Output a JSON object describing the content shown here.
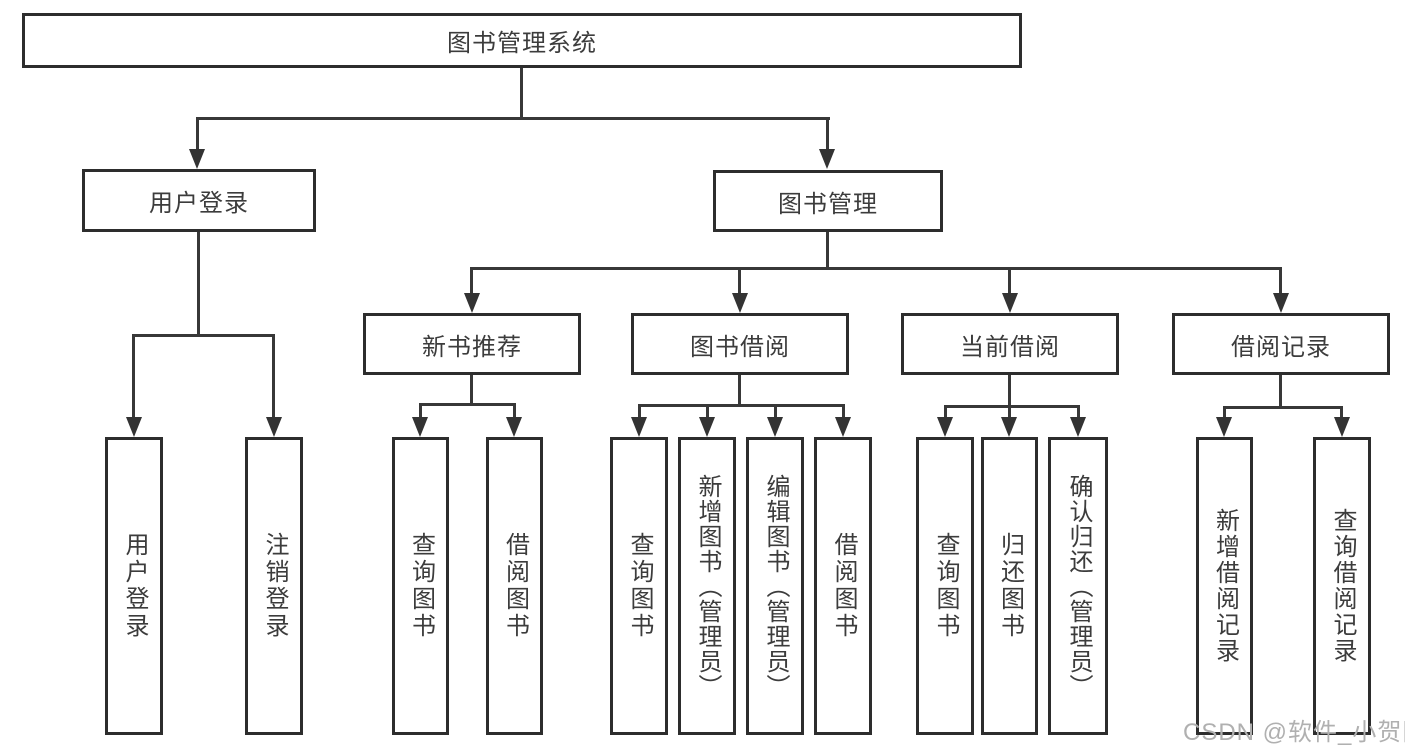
{
  "diagram": {
    "title": "图书管理系统",
    "colors": {
      "line": "#383838",
      "border": "#2d2d2d",
      "text": "#3c3c3c",
      "watermark": "#b0b0b0"
    },
    "nodes": {
      "root": "图书管理系统",
      "user_login": "用户登录",
      "book_mgmt": "图书管理",
      "new_book_rec": "新书推荐",
      "book_borrow": "图书借阅",
      "current_borrow": "当前借阅",
      "borrow_record": "借阅记录",
      "ul_login": "用户登录",
      "ul_logout": "注销登录",
      "nb_query": "查询图书",
      "nb_borrow": "借阅图书",
      "bb_query": "查询图书",
      "bb_add": "新增图书（管理员）",
      "bb_edit": "编辑图书（管理员）",
      "bb_borrow": "借阅图书",
      "cb_query": "查询图书",
      "cb_return": "归还图书",
      "cb_confirm": "确认归还（管理员）",
      "br_add": "新增借阅记录",
      "br_query": "查询借阅记录"
    },
    "watermark": "CSDN @软件_小贺同学"
  }
}
